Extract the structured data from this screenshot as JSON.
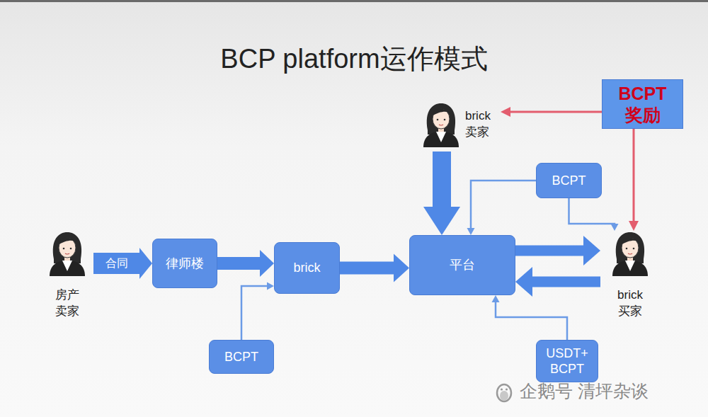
{
  "diagram": {
    "title": "BCP platform运作模式",
    "nodes": [
      {
        "text": [
          "brick 卖家"
        ]
      },
      {
        "text": [
          "BCPT 奖励"
        ]
      },
      {
        "text": [
          "BCPT"
        ]
      },
      {
        "text": [
          "房产 卖家"
        ]
      },
      {
        "text": [
          "律师楼"
        ]
      },
      {
        "text": [
          "brick"
        ]
      },
      {
        "text": [
          "平台"
        ]
      },
      {
        "text": [
          "brick 买家"
        ]
      },
      {
        "text": [
          "BCPT"
        ]
      },
      {
        "text": [
          "USDT+ BCPT"
        ]
      }
    ],
    "edges": [
      {
        "from": 1,
        "to": 0,
        "arrow": "to"
      },
      {
        "from": 1,
        "to": 7,
        "arrow": "to"
      },
      {
        "from": 0,
        "to": 6,
        "arrow": "to"
      },
      {
        "from": 2,
        "to": 6,
        "arrow": "to"
      },
      {
        "from": 2,
        "to": 7,
        "arrow": "to"
      },
      {
        "from": 3,
        "to": 4,
        "label": "合同",
        "arrow": "to"
      },
      {
        "from": 4,
        "to": 5,
        "arrow": "to"
      },
      {
        "from": 8,
        "to": 5,
        "arrow": "to"
      },
      {
        "from": 5,
        "to": 6,
        "arrow": "to"
      },
      {
        "from": 6,
        "to": 7,
        "arrow": "to"
      },
      {
        "from": 7,
        "to": 6,
        "arrow": "to"
      },
      {
        "from": 9,
        "to": 6,
        "arrow": "to"
      }
    ],
    "labels": [
      "企鹅号 清坪杂谈"
    ]
  }
}
